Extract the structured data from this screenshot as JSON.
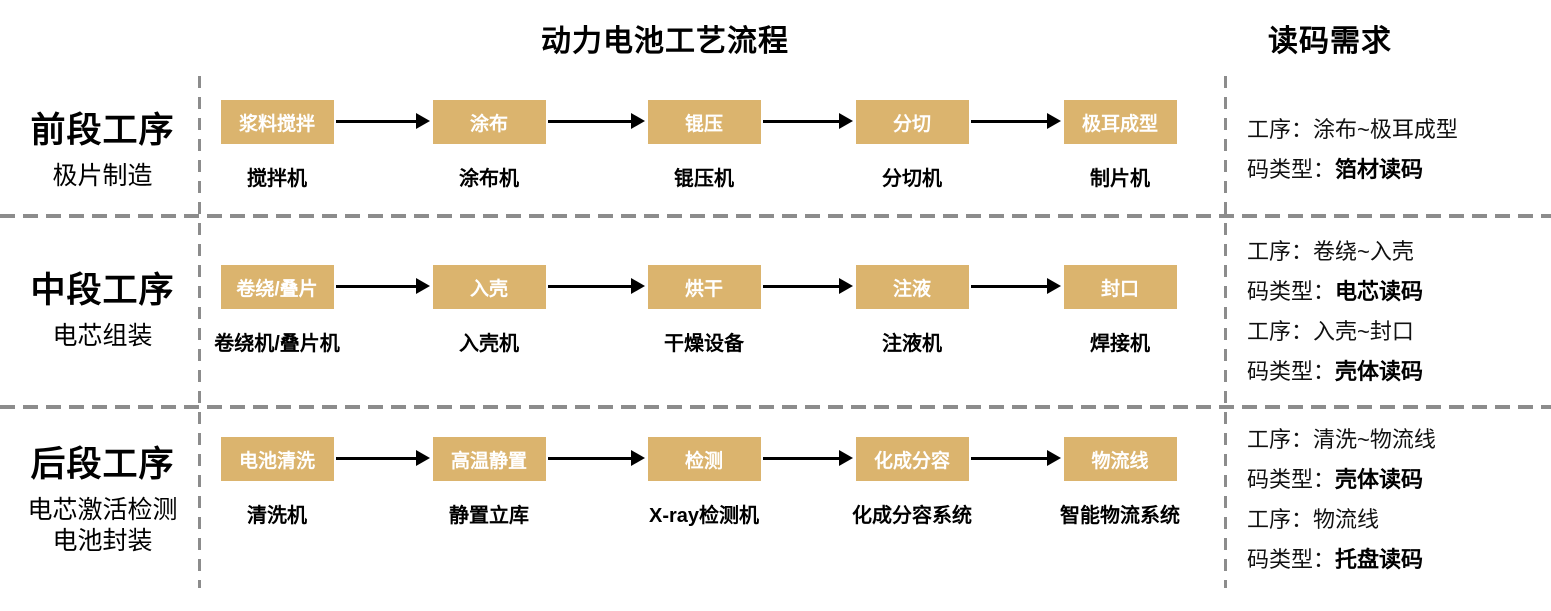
{
  "title": "动力电池工艺流程",
  "right_title": "读码需求",
  "colors": {
    "box_fill": "#DBB46E",
    "box_text": "#FFFFFF",
    "dashed_line": "#8C8C8C",
    "arrow": "#000000"
  },
  "rows": [
    {
      "stage": {
        "title": "前段工序",
        "subtitle": "极片制造",
        "subtitle2": ""
      },
      "steps": [
        {
          "box": "浆料搅拌",
          "machine": "搅拌机"
        },
        {
          "box": "涂布",
          "machine": "涂布机"
        },
        {
          "box": "锟压",
          "machine": "锟压机"
        },
        {
          "box": "分切",
          "machine": "分切机"
        },
        {
          "box": "极耳成型",
          "machine": "制片机"
        }
      ],
      "requirements": [
        {
          "text": "工序：涂布~极耳成型",
          "bold": ""
        },
        {
          "text": "码类型：",
          "bold": "箔材读码"
        }
      ]
    },
    {
      "stage": {
        "title": "中段工序",
        "subtitle": "电芯组装",
        "subtitle2": ""
      },
      "steps": [
        {
          "box": "卷绕/叠片",
          "machine": "卷绕机/叠片机"
        },
        {
          "box": "入壳",
          "machine": "入壳机"
        },
        {
          "box": "烘干",
          "machine": "干燥设备"
        },
        {
          "box": "注液",
          "machine": "注液机"
        },
        {
          "box": "封口",
          "machine": "焊接机"
        }
      ],
      "requirements": [
        {
          "text": "工序：卷绕~入壳",
          "bold": ""
        },
        {
          "text": "码类型：",
          "bold": "电芯读码"
        },
        {
          "text": "工序：入壳~封口",
          "bold": ""
        },
        {
          "text": "码类型：",
          "bold": "壳体读码"
        }
      ]
    },
    {
      "stage": {
        "title": "后段工序",
        "subtitle": "电芯激活检测",
        "subtitle2": "电池封装"
      },
      "steps": [
        {
          "box": "电池清洗",
          "machine": "清洗机"
        },
        {
          "box": "高温静置",
          "machine": "静置立库"
        },
        {
          "box": "检测",
          "machine": "X-ray检测机"
        },
        {
          "box": "化成分容",
          "machine": "化成分容系统"
        },
        {
          "box": "物流线",
          "machine": "智能物流系统"
        }
      ],
      "requirements": [
        {
          "text": "工序：清洗~物流线",
          "bold": ""
        },
        {
          "text": "码类型：",
          "bold": "壳体读码"
        },
        {
          "text": "工序：物流线",
          "bold": ""
        },
        {
          "text": "码类型：",
          "bold": "托盘读码"
        }
      ]
    }
  ]
}
